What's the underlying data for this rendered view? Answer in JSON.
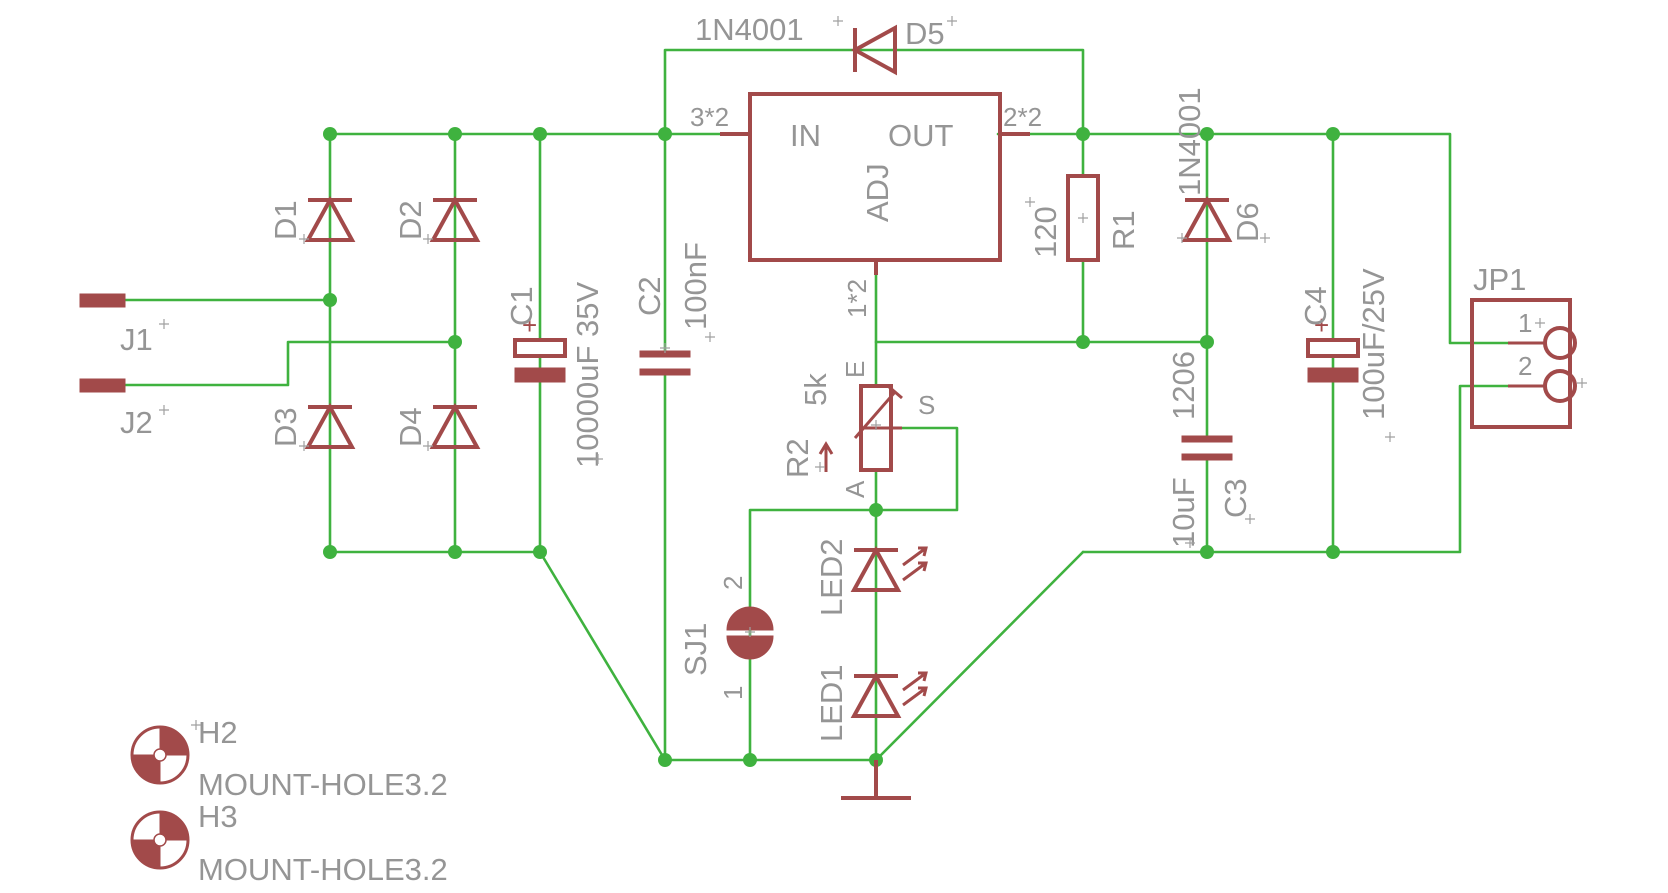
{
  "regulator": {
    "pin_in": "IN",
    "pin_out": "OUT",
    "pin_adj": "ADJ",
    "pad_in": "3*2",
    "pad_out": "2*2",
    "pad_adj": "1*2"
  },
  "D5": {
    "name": "D5",
    "value": "1N4001"
  },
  "D6": {
    "name": "D6",
    "value": "1N4001"
  },
  "D1": {
    "name": "D1"
  },
  "D2": {
    "name": "D2"
  },
  "D3": {
    "name": "D3"
  },
  "D4": {
    "name": "D4"
  },
  "J1": {
    "name": "J1"
  },
  "J2": {
    "name": "J2"
  },
  "C1": {
    "name": "C1",
    "value": "10000uF 35V"
  },
  "C2": {
    "name": "C2",
    "value": "100nF"
  },
  "C3": {
    "name": "C3",
    "value": "10uF",
    "package": "1206"
  },
  "C4": {
    "name": "C4",
    "value": "100uF/25V"
  },
  "R1": {
    "name": "R1",
    "value": "120"
  },
  "R2": {
    "name": "R2",
    "value": "5k",
    "pin_e": "E",
    "pin_s": "S",
    "pin_a": "A"
  },
  "LED1": {
    "name": "LED1"
  },
  "LED2": {
    "name": "LED2"
  },
  "SJ1": {
    "name": "SJ1",
    "pin1": "1",
    "pin2": "2"
  },
  "JP1": {
    "name": "JP1",
    "pin1": "1",
    "pin2": "2"
  },
  "H2": {
    "name": "H2",
    "value": "MOUNT-HOLE3.2"
  },
  "H3": {
    "name": "H3",
    "value": "MOUNT-HOLE3.2"
  },
  "colors": {
    "wire": "#3fb23f",
    "component": "#a24a4a",
    "label": "#959595",
    "background": "#ffffff"
  }
}
